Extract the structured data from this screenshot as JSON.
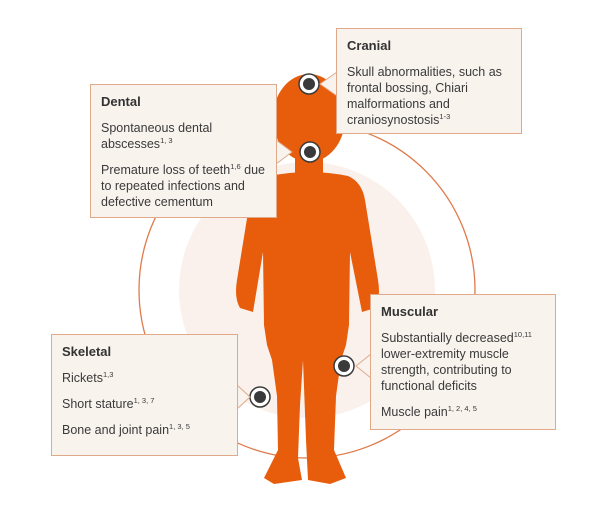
{
  "colors": {
    "figure": "#e85d0c",
    "ring": "#e07a4a",
    "box_bg": "#f9f3ee",
    "box_border": "#e0a98a",
    "marker": "#3a3a3a"
  },
  "cranial": {
    "title": "Cranial",
    "items": [
      {
        "text": "Skull abnormalities, such as frontal bossing, Chiari malformations and craniosynostosis",
        "sup": "1-3"
      }
    ]
  },
  "dental": {
    "title": "Dental",
    "items": [
      {
        "text": "Spontaneous dental abscesses",
        "sup": "1, 3",
        "tail": ""
      },
      {
        "text": "Premature loss of teeth",
        "sup": "1,6",
        "tail": " due to repeated infections and defective cementum"
      }
    ]
  },
  "muscular": {
    "title": "Muscular",
    "items": [
      {
        "text": "Substantially decreased",
        "sup": "10,11",
        "tail": " lower-extremity muscle strength, contributing to functional deficits"
      },
      {
        "text": "Muscle pain",
        "sup": "1, 2, 4, 5",
        "tail": ""
      }
    ]
  },
  "skeletal": {
    "title": "Skeletal",
    "items": [
      {
        "text": "Rickets",
        "sup": "1,3"
      },
      {
        "text": "Short stature",
        "sup": "1, 3, 7"
      },
      {
        "text": "Bone and joint pain",
        "sup": "1, 3, 5"
      }
    ]
  }
}
